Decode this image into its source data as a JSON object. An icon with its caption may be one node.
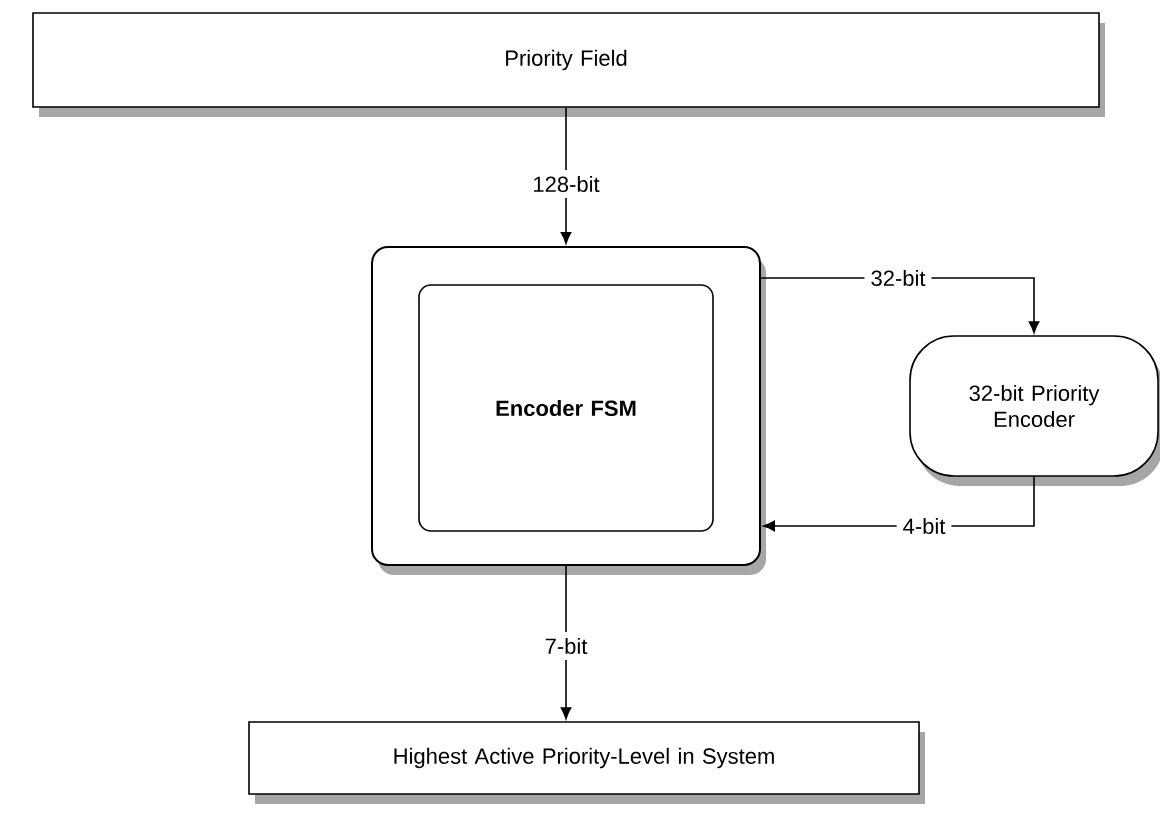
{
  "diagram": {
    "nodes": [
      {
        "text": [
          "Priority Field"
        ]
      },
      {
        "text": [],
        "shape": "box"
      },
      {
        "text": [
          "Encoder FSM"
        ],
        "in": 1
      },
      {
        "text": [
          "32-bit Priority Encoder"
        ]
      },
      {
        "text": [
          "Highest Active Priority-Level in System"
        ]
      }
    ],
    "edges": [
      {
        "from": 0,
        "to": 1,
        "arrow": "to",
        "label": "128-bit"
      },
      {
        "from": 1,
        "to": 3,
        "arrow": "to",
        "label": "32-bit"
      },
      {
        "from": 3,
        "to": 1,
        "arrow": "to",
        "label": "4-bit"
      },
      {
        "from": 1,
        "to": 4,
        "arrow": "to",
        "label": "7-bit"
      }
    ]
  }
}
